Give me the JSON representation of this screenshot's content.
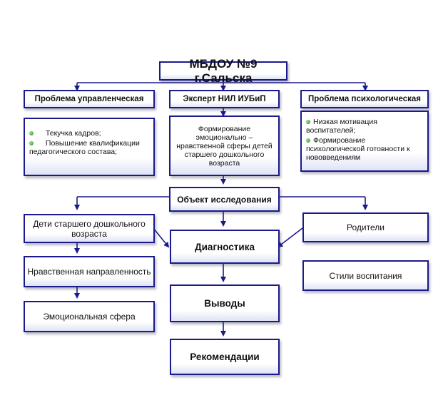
{
  "title": "МБДОУ №9 г.Сальска",
  "top_row": {
    "left": "Проблема управленческая",
    "center": "Эксперт НИЛ ИУБиП",
    "right": "Проблема психологическая"
  },
  "left_list": [
    "Текучка кадров;",
    "Повышение квалификации педагогического состава;"
  ],
  "center_text": "Формирование эмоционально – нравственной сферы детей старшего дошкольного возраста",
  "right_list": [
    "Низкая мотивация воспитателей;",
    "Формирование психологической готовности к нововведениям"
  ],
  "object": "Объект исследования",
  "left_column": [
    "Дети старшего дошкольного возраста",
    "Нравственная направленность",
    "Эмоциональная сфера"
  ],
  "center_column": [
    "Диагностика",
    "Выводы",
    "Рекомендации"
  ],
  "right_column": [
    "Родители",
    "Стили воспитания"
  ],
  "colors": {
    "border": "#1a1a8c",
    "arrow": "#1a1a8c",
    "bullet": "#2e8b2e"
  }
}
